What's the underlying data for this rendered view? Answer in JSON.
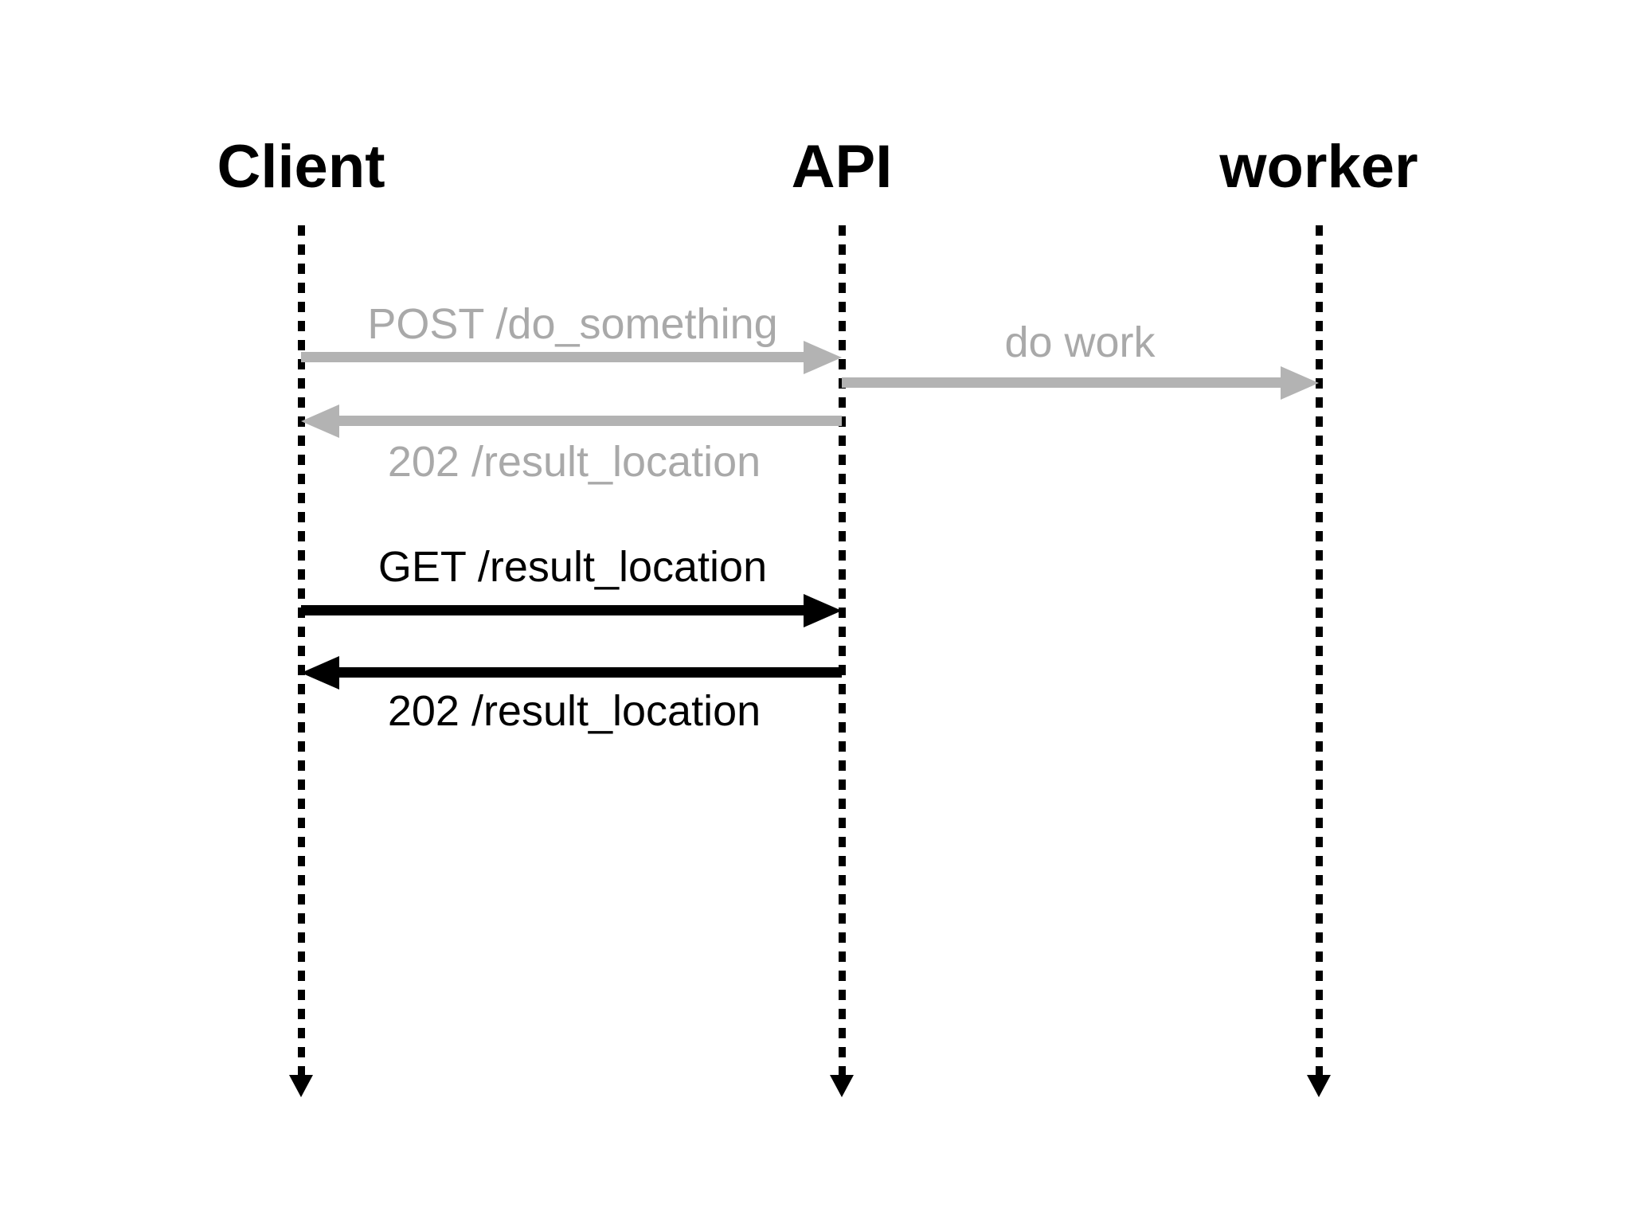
{
  "diagram": {
    "type": "sequence-diagram",
    "background": "#ffffff",
    "colors": {
      "muted": "#b3b3b3",
      "muted_text": "#a9a9a9",
      "active": "#000000"
    },
    "actors": [
      {
        "id": "client",
        "label": "Client"
      },
      {
        "id": "api",
        "label": "API"
      },
      {
        "id": "worker",
        "label": "worker"
      }
    ],
    "messages": [
      {
        "label": "POST /do_something",
        "from": "client",
        "to": "api",
        "style": "muted",
        "label_position": "above"
      },
      {
        "label": "do work",
        "from": "api",
        "to": "worker",
        "style": "muted",
        "label_position": "above"
      },
      {
        "label": "202 /result_location",
        "from": "api",
        "to": "client",
        "style": "muted",
        "label_position": "below"
      },
      {
        "label": "GET /result_location",
        "from": "client",
        "to": "api",
        "style": "active",
        "label_position": "above"
      },
      {
        "label": "202 /result_location",
        "from": "api",
        "to": "client",
        "style": "active",
        "label_position": "below"
      }
    ]
  }
}
